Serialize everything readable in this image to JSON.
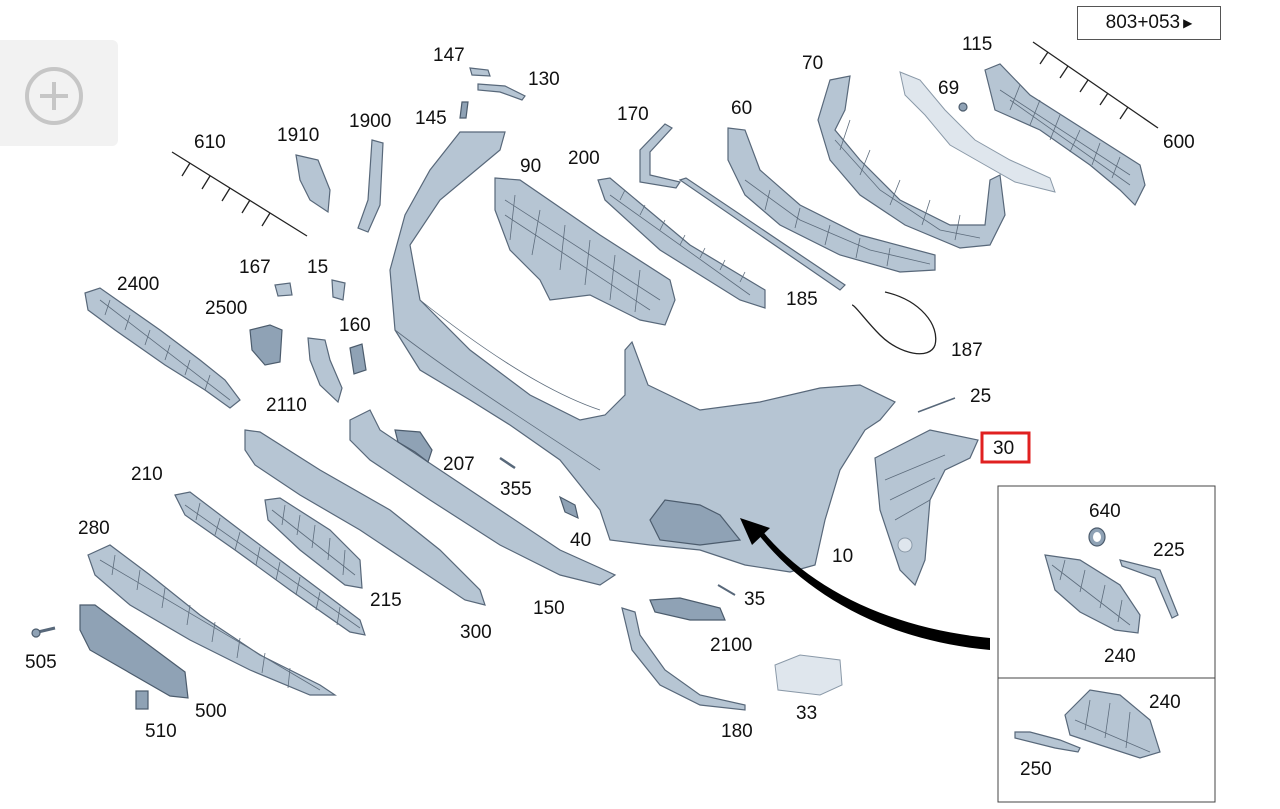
{
  "reference_link": {
    "label": "803+053",
    "arrow": "▶"
  },
  "zoom_button": {
    "icon": "zoom-in-icon"
  },
  "highlight_color": "#e02020",
  "highlighted_part": "30",
  "labels": {
    "l115": "115",
    "l600": "600",
    "l70": "70",
    "l69": "69",
    "l60": "60",
    "l147": "147",
    "l130": "130",
    "l145": "145",
    "l170": "170",
    "l1900": "1900",
    "l1910": "1910",
    "l610": "610",
    "l90": "90",
    "l200": "200",
    "l185": "185",
    "l187": "187",
    "l167": "167",
    "l15": "15",
    "l2400": "2400",
    "l2500": "2500",
    "l160": "160",
    "l2110": "2110",
    "l25": "25",
    "l30": "30",
    "l207": "207",
    "l355": "355",
    "l40": "40",
    "l210": "210",
    "l280": "280",
    "l215": "215",
    "l300": "300",
    "l150": "150",
    "l10": "10",
    "l35": "35",
    "l2100": "2100",
    "l505": "505",
    "l500": "500",
    "l510": "510",
    "l180": "180",
    "l33": "33",
    "d640": "640",
    "d225": "225",
    "d240a": "240",
    "d240b": "240",
    "d250": "250"
  }
}
